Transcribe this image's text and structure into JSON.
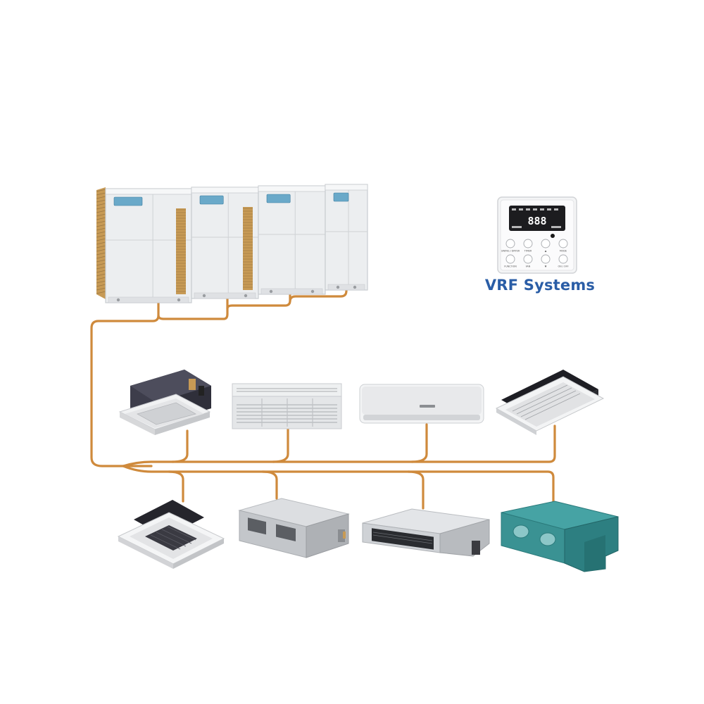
{
  "title": "VRF Systems",
  "colors": {
    "pipe": "#cf8a3c",
    "outdoor_panel": "#eceef0",
    "outdoor_shadow": "#c9ccd0",
    "coil": "#c79a55",
    "title": "#2a5da6",
    "teal_unit": "#2f8c8e",
    "dark_cabinet": "#3b3b47"
  },
  "icons": {
    "controller": "wired-controller-icon",
    "outdoor": "outdoor-unit-icon"
  },
  "controller": {
    "display": "888",
    "buttons": [
      "SWING / DRYER",
      "TIMER",
      "▲",
      "MODE",
      "FUNCTION",
      "FAN",
      "▼",
      "ON / OFF"
    ]
  },
  "outdoor_units": [
    {
      "name": "outdoor-module-1"
    },
    {
      "name": "outdoor-module-2"
    },
    {
      "name": "outdoor-module-3"
    },
    {
      "name": "outdoor-module-4"
    }
  ],
  "indoor_units_row1": [
    {
      "type": "four-way-cassette"
    },
    {
      "type": "ceiling-floor"
    },
    {
      "type": "wall-mounted"
    },
    {
      "type": "one-way-cassette"
    }
  ],
  "indoor_units_row2": [
    {
      "type": "compact-cassette"
    },
    {
      "type": "slim-duct"
    },
    {
      "type": "low-static-duct"
    },
    {
      "type": "high-static-duct"
    }
  ]
}
